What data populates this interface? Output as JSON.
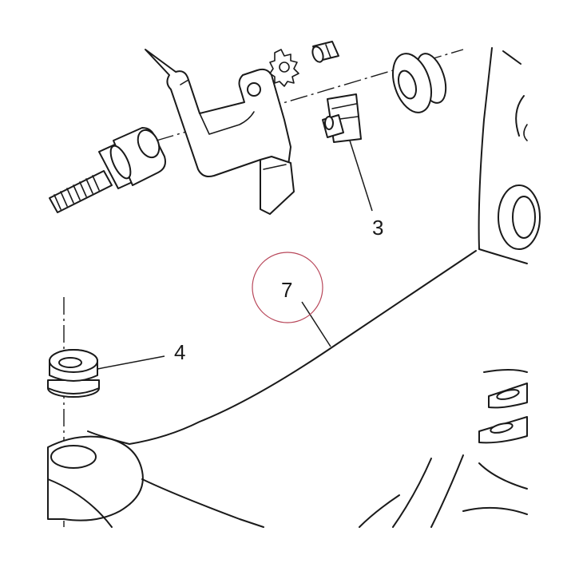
{
  "callouts": {
    "part_3": "3",
    "part_4": "4",
    "part_7": "7"
  },
  "colors": {
    "ink": "#1a1a1a",
    "highlight_circle": "#b8475a",
    "background": "#ffffff"
  }
}
